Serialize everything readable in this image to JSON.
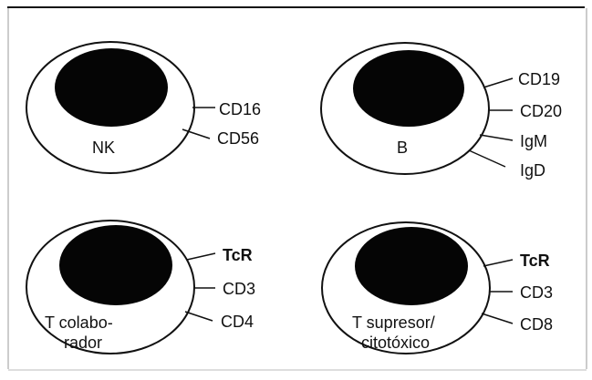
{
  "colors": {
    "stroke": "#111111",
    "nucleus": "#050505",
    "background": "#ffffff"
  },
  "cells": [
    {
      "name": "NK",
      "name_lines": [
        "NK"
      ],
      "markers": [
        {
          "text": "CD16",
          "bold": false
        },
        {
          "text": "CD56",
          "bold": false
        }
      ]
    },
    {
      "name": "B",
      "name_lines": [
        "B"
      ],
      "markers": [
        {
          "text": "CD19",
          "bold": false
        },
        {
          "text": "CD20",
          "bold": false
        },
        {
          "text": "IgM",
          "bold": false
        },
        {
          "text": "IgD",
          "bold": false
        }
      ]
    },
    {
      "name": "T colaborador",
      "name_lines": [
        "T colabo-",
        "rador"
      ],
      "markers": [
        {
          "text": "TcR",
          "bold": true
        },
        {
          "text": "CD3",
          "bold": false
        },
        {
          "text": "CD4",
          "bold": false
        }
      ]
    },
    {
      "name": "T supresor/citotóxico",
      "name_lines": [
        "T supresor/",
        "citotóxico"
      ],
      "markers": [
        {
          "text": "TcR",
          "bold": true
        },
        {
          "text": "CD3",
          "bold": false
        },
        {
          "text": "CD8",
          "bold": false
        }
      ]
    }
  ]
}
